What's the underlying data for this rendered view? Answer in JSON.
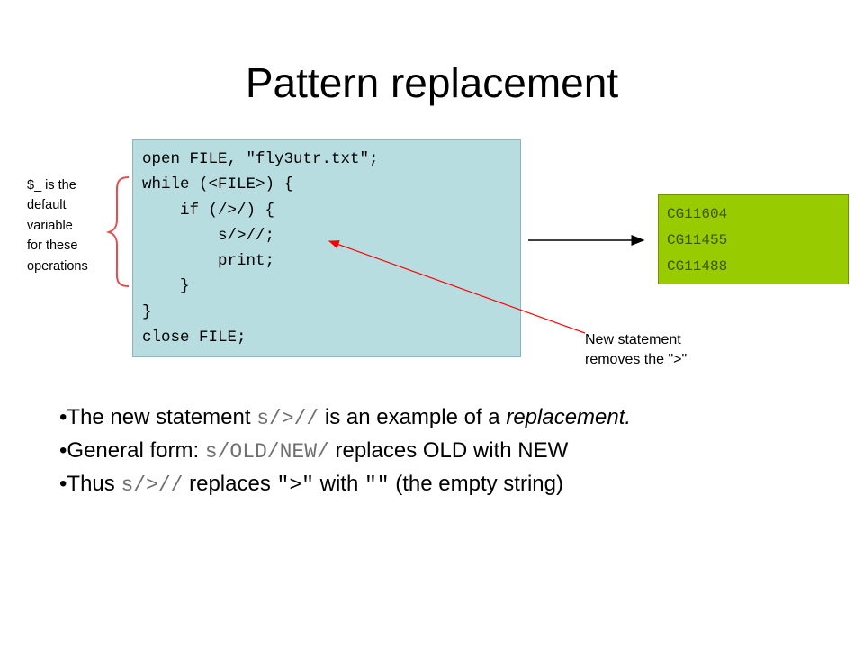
{
  "title": "Pattern replacement",
  "code": {
    "lines": [
      "open FILE, \"fly3utr.txt\";",
      "while (<FILE>) {",
      "    if (/>/) {",
      "        s/>//;",
      "        print;",
      "    }",
      "}",
      "close FILE;"
    ]
  },
  "output": {
    "lines": [
      "CG11604",
      "CG11455",
      "CG11488"
    ]
  },
  "side_note": {
    "lines": [
      "$_ is the",
      "default",
      "variable",
      "for these",
      "operations"
    ]
  },
  "callout": {
    "lines": [
      "New statement",
      "removes the \">\""
    ]
  },
  "bullets": {
    "b1": {
      "marker": "•",
      "t1": "The new statement ",
      "code": "s/>//",
      "t2": " is an example of a ",
      "em": "replacement."
    },
    "b2": {
      "marker": "•",
      "t1": "General form: ",
      "code": "s/OLD/NEW/",
      "t2": "  replaces OLD with NEW"
    },
    "b3": {
      "marker": "•",
      "t1": "Thus ",
      "code": "s/>//",
      "t2": " replaces ",
      "q1": "\">\"",
      "t3": " with ",
      "q2": "\"\"",
      "t4": " (the empty string)"
    }
  },
  "colors": {
    "code_bg": "#b7dde0",
    "output_bg": "#99cc00",
    "brace": "#e05050",
    "callout_arrow": "#ff0000",
    "main_arrow": "#000000"
  }
}
